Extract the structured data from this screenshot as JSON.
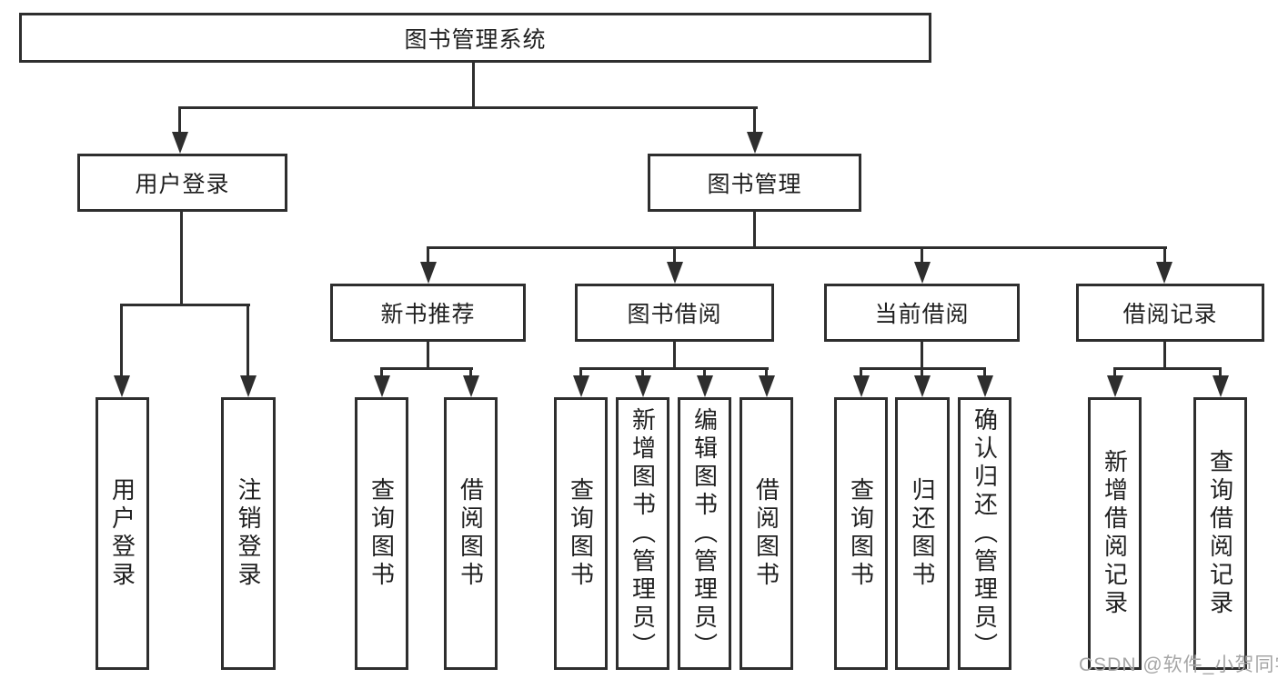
{
  "tree": {
    "label": "图书管理系统",
    "children": [
      {
        "label": "用户登录",
        "children": [
          {
            "label": "用户登录"
          },
          {
            "label": "注销登录"
          }
        ]
      },
      {
        "label": "图书管理",
        "children": [
          {
            "label": "新书推荐",
            "children": [
              {
                "label": "查询图书"
              },
              {
                "label": "借阅图书"
              }
            ]
          },
          {
            "label": "图书借阅",
            "children": [
              {
                "label": "查询图书"
              },
              {
                "label": "新增图书（管理员）"
              },
              {
                "label": "编辑图书（管理员）"
              },
              {
                "label": "借阅图书"
              }
            ]
          },
          {
            "label": "当前借阅",
            "children": [
              {
                "label": "查询图书"
              },
              {
                "label": "归还图书"
              },
              {
                "label": "确认归还（管理员）"
              }
            ]
          },
          {
            "label": "借阅记录",
            "children": [
              {
                "label": "新增借阅记录"
              },
              {
                "label": "查询借阅记录"
              }
            ]
          }
        ]
      }
    ]
  },
  "watermark": "CSDN @软件_小贺同学",
  "colors": {
    "line": "#2e2e2e",
    "text": "#1f1f1f",
    "wm": "#a6a6a6",
    "bg": "#ffffff"
  }
}
